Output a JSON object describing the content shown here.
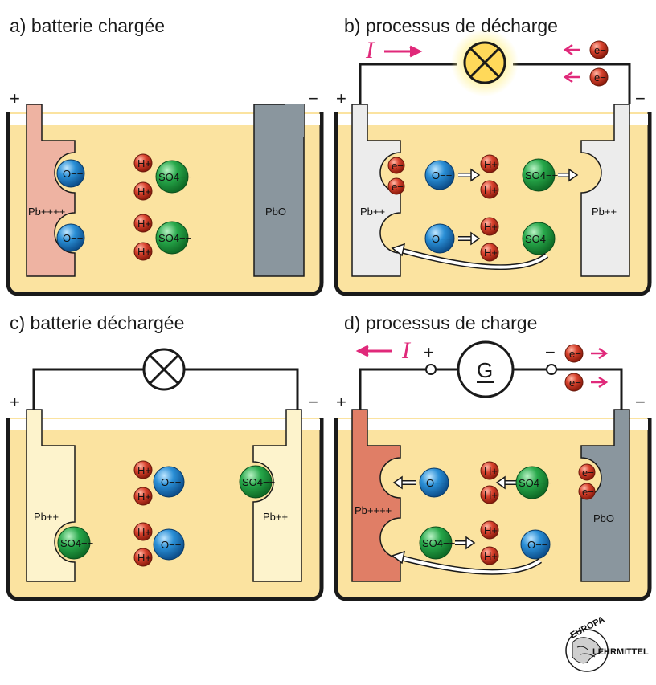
{
  "panels": [
    {
      "id": "a",
      "title": "a) batterie chargée",
      "plus": "+",
      "minus": "−",
      "left_electrode": "Pb++++",
      "right_electrode": "PbO"
    },
    {
      "id": "b",
      "title": "b) processus de décharge",
      "plus": "+",
      "minus": "−",
      "left_electrode": "Pb++",
      "right_electrode": "Pb++",
      "current": "I"
    },
    {
      "id": "c",
      "title": "c) batterie déchargée",
      "plus": "+",
      "minus": "−",
      "left_electrode": "Pb++",
      "right_electrode": "Pb++"
    },
    {
      "id": "d",
      "title": "d) processus de charge",
      "plus": "+",
      "minus": "−",
      "left_electrode": "Pb++++",
      "right_electrode": "PbO",
      "current": "I",
      "generator": "G",
      "gen_plus": "+",
      "gen_minus": "−"
    }
  ],
  "ions": {
    "oxygen": "O−−",
    "hydrogen": "H+",
    "sulfate": "SO4−−",
    "electron": "e−"
  },
  "logo": {
    "top": "EUROPA",
    "bottom": "LEHRMITTEL"
  },
  "colors": {
    "electrolyte": "#fbe3a0",
    "pb4_electrode": "#eeb3a2",
    "pb4_electrode_dark": "#e07e66",
    "pbo_electrode": "#8a969e",
    "pb2_electrode": "#ececec",
    "pb2_electrode_c": "#fdf3cc",
    "oxygen_ion": "#2a8fd6",
    "hydrogen_ion": "#d9432e",
    "sulfate_ion": "#27a84a",
    "current_arrow": "#e0297a",
    "lamp_glow": "#fff3a0"
  }
}
